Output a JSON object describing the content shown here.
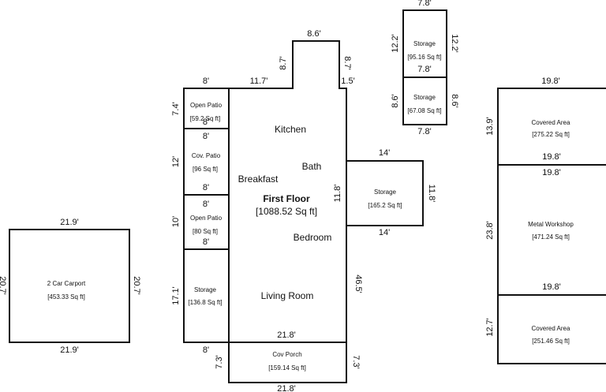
{
  "main_house": {
    "label": "First Floor",
    "area": "[1088.52 Sq ft]",
    "rooms": {
      "kitchen": "Kitchen",
      "bath": "Bath",
      "breakfast": "Breakfast",
      "bedroom": "Bedroom",
      "living_room": "Living Room"
    },
    "dimensions": {
      "top_left": "11.7'",
      "bump_top": "8.6'",
      "bump_left": "8.7'",
      "bump_right": "8.7'",
      "notch": "1.5'",
      "right_upper": "11.8'",
      "right_lower": "46.5'",
      "bottom": "21.8'"
    }
  },
  "annexes": {
    "open_patio_1": {
      "label": "Open Patio",
      "area": "[59.2 Sq ft]",
      "top": "8'",
      "side": "7.4'",
      "bottom": "8'"
    },
    "cov_patio": {
      "label": "Cov. Patio",
      "area": "[96 Sq ft]",
      "top": "8'",
      "side": "12'",
      "bottom": "8'"
    },
    "open_patio_2": {
      "label": "Open Patio",
      "area": "[80 Sq ft]",
      "top": "8'",
      "side": "10'",
      "bottom": "8'"
    },
    "storage_left": {
      "label": "Storage",
      "area": "[136.8 Sq ft]",
      "side": "17.1'",
      "bottom": "8'"
    },
    "storage_right": {
      "label": "Storage",
      "area": "[165.2 Sq ft]",
      "top": "14'",
      "side": "11.8'",
      "bottom": "14'"
    },
    "cov_porch": {
      "label": "Cov Porch",
      "area": "[159.14 Sq ft]",
      "left": "7.3'",
      "right": "7.3'",
      "bottom": "21.8'"
    }
  },
  "carport": {
    "label": "2 Car Carport",
    "area": "[453.33 Sq ft]",
    "top": "21.9'",
    "bottom": "21.9'",
    "left": "20.7'",
    "right": "20.7'"
  },
  "storage_units": {
    "upper": {
      "label": "Storage",
      "area": "[95.16 Sq ft]",
      "top": "7.8'",
      "left": "12.2'",
      "right": "12.2'",
      "bottom": "7.8'"
    },
    "lower": {
      "label": "Storage",
      "area": "[67.08 Sq ft]",
      "top": "7.8'",
      "left": "8.6'",
      "right": "8.6'",
      "bottom": "7.8'"
    }
  },
  "outbuilding": {
    "covered_area_1": {
      "label": "Covered Area",
      "area": "[275.22 Sq ft]",
      "top": "19.8'",
      "side": "13.9'",
      "bottom": "19.8'"
    },
    "metal_workshop": {
      "label": "Metal Workshop",
      "area": "[471.24 Sq ft]",
      "top": "19.8'",
      "side": "23.8'",
      "bottom": "19.8'"
    },
    "covered_area_2": {
      "label": "Covered Area",
      "area": "[251.46 Sq ft]",
      "side": "12.7'"
    }
  }
}
